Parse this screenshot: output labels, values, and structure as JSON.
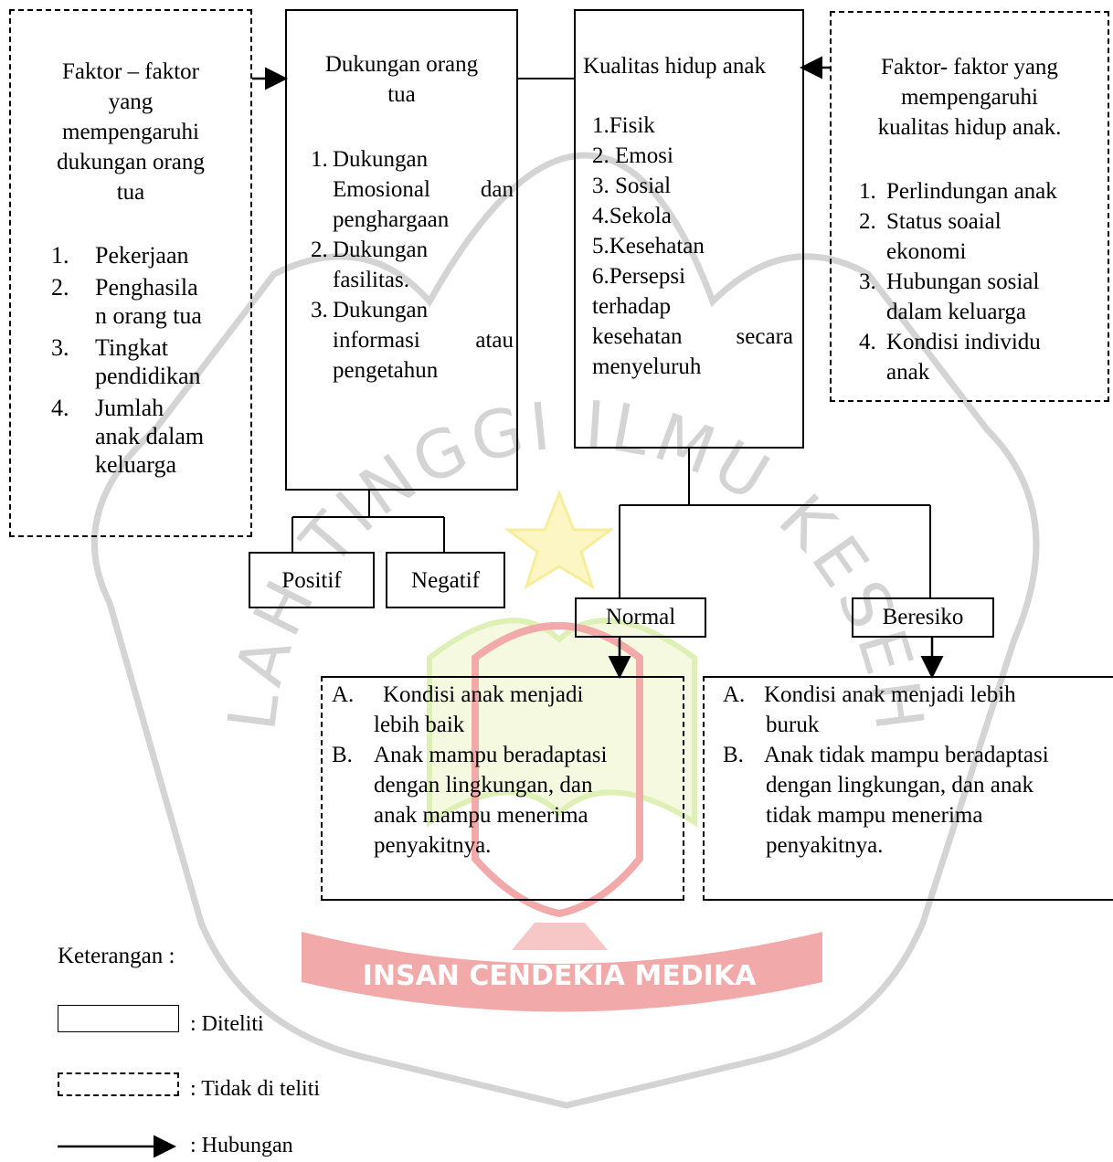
{
  "watermark": {
    "arc_text": "SEKOLAH TINGGI ILMU KESEHATAN",
    "banner": "INSAN CENDEKIA MEDIKA"
  },
  "left_box": {
    "title_lines": [
      "Faktor – faktor",
      "yang",
      "mempengaruhi",
      "dukungan orang",
      "tua"
    ],
    "items": [
      {
        "num": "1.",
        "lines": [
          "Pekerjaan"
        ]
      },
      {
        "num": "2.",
        "lines": [
          "Penghasila",
          "n orang tua"
        ]
      },
      {
        "num": "3.",
        "lines": [
          "Tingkat",
          "pendidikan"
        ]
      },
      {
        "num": "4.",
        "lines": [
          "Jumlah",
          "anak dalam",
          "keluarga"
        ]
      }
    ]
  },
  "support_box": {
    "title_lines": [
      "Dukungan orang",
      "tua"
    ],
    "items": [
      {
        "num": "1.",
        "lines": [
          "Dukungan",
          "Emosional dan",
          "penghargaan"
        ]
      },
      {
        "num": "2.",
        "lines": [
          "Dukungan",
          "fasilitas."
        ]
      },
      {
        "num": "3.",
        "lines": [
          "Dukungan",
          "informasi atau",
          "pengetahun"
        ]
      }
    ]
  },
  "quality_box": {
    "title": "Kualitas hidup anak",
    "lines": [
      "1.Fisik",
      "2. Emosi",
      "3. Sosial",
      "4.Sekola",
      "5.Kesehatan",
      "6.Persepsi",
      "terhadap",
      "kesehatan secara",
      "menyeluruh"
    ]
  },
  "right_box": {
    "title_lines": [
      "Faktor- faktor yang",
      "mempengaruhi",
      "kualitas hidup anak."
    ],
    "items": [
      {
        "num": "1.",
        "lines": [
          "Perlindungan anak"
        ]
      },
      {
        "num": "2.",
        "lines": [
          "Status soaial",
          "ekonomi"
        ]
      },
      {
        "num": "3.",
        "lines": [
          "Hubungan sosial",
          "dalam keluarga"
        ]
      },
      {
        "num": "4.",
        "lines": [
          "Kondisi individu",
          "anak"
        ]
      }
    ]
  },
  "positive_label": "Positif",
  "negative_label": "Negatif",
  "normal_label": "Normal",
  "risk_label": "Beresiko",
  "normal_box": {
    "items": [
      {
        "letter": "A.",
        "lines": [
          "Kondisi anak menjadi",
          "lebih baik"
        ]
      },
      {
        "letter": "B.",
        "lines": [
          "Anak mampu beradaptasi",
          "dengan lingkungan, dan",
          "anak mampu menerima",
          "penyakitnya."
        ]
      }
    ]
  },
  "risk_box": {
    "items": [
      {
        "letter": "A.",
        "lines": [
          "Kondisi anak menjadi lebih",
          "buruk"
        ]
      },
      {
        "letter": "B.",
        "lines": [
          "Anak tidak mampu beradaptasi",
          "dengan lingkungan, dan anak",
          "tidak mampu menerima",
          "penyakitnya."
        ]
      }
    ]
  },
  "legend": {
    "title": "Keterangan :",
    "solid_label": ": Diteliti",
    "dashed_label": ": Tidak di teliti",
    "arrow_label": ": Hubungan"
  },
  "colors": {
    "watermark_gray": "#d4d4d4",
    "watermark_red": "#f2a9a9",
    "watermark_yellow": "#f6ee9a",
    "watermark_green": "#dff0b6"
  }
}
